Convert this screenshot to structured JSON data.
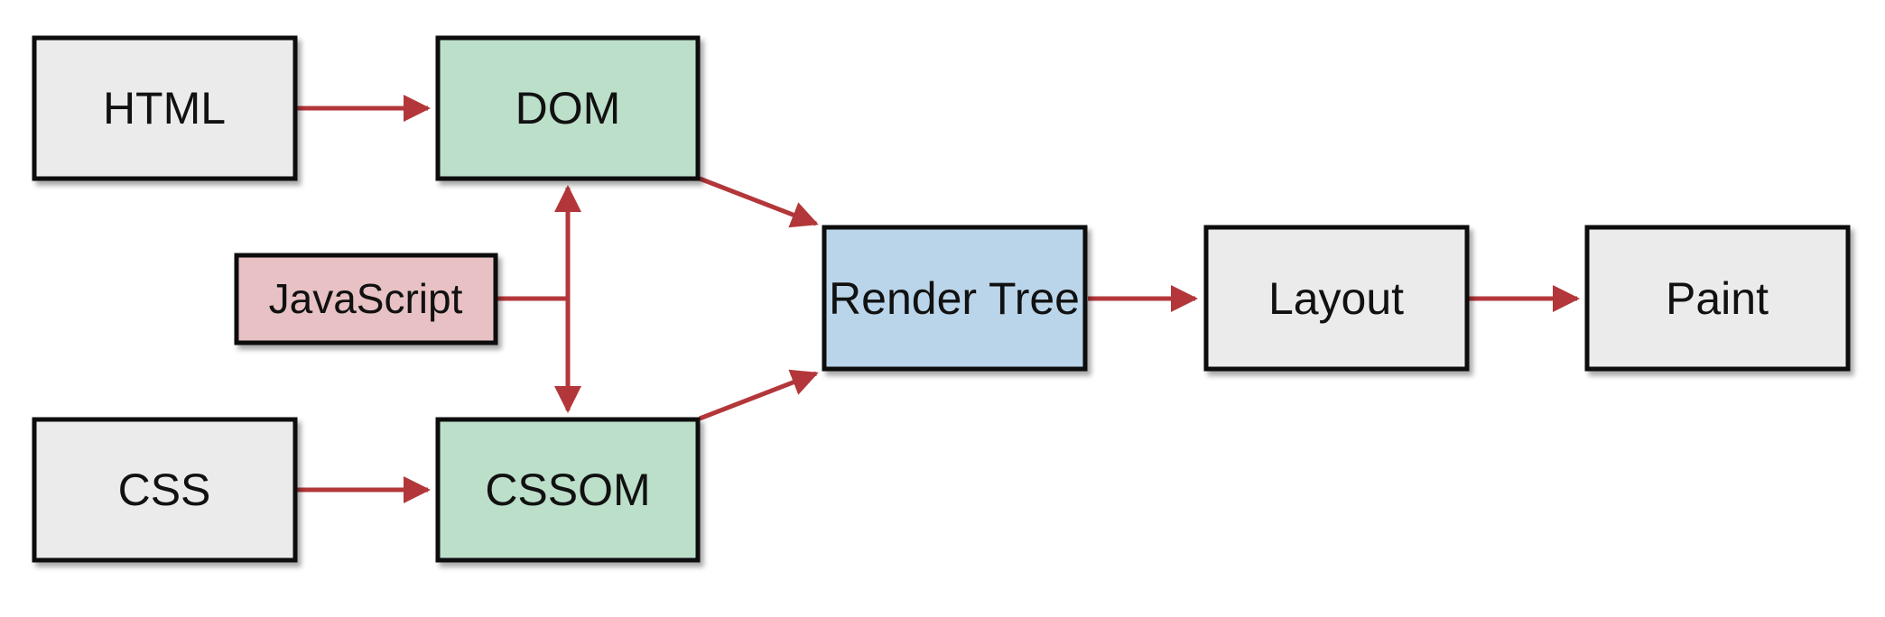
{
  "colors": {
    "input_fill": "#ebebeb",
    "object_model_fill": "#bcdfca",
    "script_fill": "#e7c1c3",
    "render_tree_fill": "#bad5ea",
    "stage_fill": "#ebebeb",
    "border": "#0a0a0a",
    "arrow": "#b3373a"
  },
  "nodes": {
    "html": {
      "label": "HTML"
    },
    "dom": {
      "label": "DOM"
    },
    "javascript": {
      "label": "JavaScript"
    },
    "css": {
      "label": "CSS"
    },
    "cssom": {
      "label": "CSSOM"
    },
    "render_tree": {
      "label": "Render Tree"
    },
    "layout": {
      "label": "Layout"
    },
    "paint": {
      "label": "Paint"
    }
  },
  "edges": [
    {
      "from": "html",
      "to": "dom"
    },
    {
      "from": "css",
      "to": "cssom"
    },
    {
      "from": "javascript",
      "to": "dom"
    },
    {
      "from": "javascript",
      "to": "cssom"
    },
    {
      "from": "dom",
      "to": "render_tree"
    },
    {
      "from": "cssom",
      "to": "render_tree"
    },
    {
      "from": "render_tree",
      "to": "layout"
    },
    {
      "from": "layout",
      "to": "paint"
    }
  ]
}
